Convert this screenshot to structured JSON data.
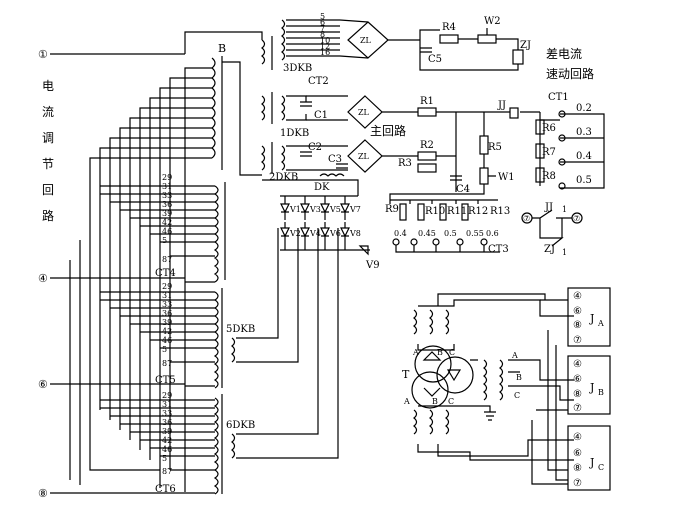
{
  "left_label": [
    "电",
    "流",
    "调",
    "节",
    "回",
    "路"
  ],
  "terminals": {
    "t1": "①",
    "t4": "④",
    "t6": "⑥",
    "t8": "⑧"
  },
  "labels": {
    "B": "B",
    "dkb3": "3DKB",
    "ct2": "CT2",
    "dkb1": "1DKB",
    "dkb2": "2DKB",
    "dk": "DK",
    "c1": "C1",
    "c2": "C2",
    "c3": "C3",
    "c4": "C4",
    "c5": "C5",
    "zl1": "ZL",
    "zl2": "ZL",
    "zl3": "ZL",
    "r1": "R1",
    "r2": "R2",
    "r3": "R3",
    "r4": "R4",
    "r5": "R5",
    "r6": "R6",
    "r7": "R7",
    "r8": "R8",
    "r9": "R9",
    "r10": "R10",
    "r11": "R11",
    "r12": "R12",
    "r13": "R13",
    "w1": "W1",
    "w2": "W2",
    "zj": "ZJ",
    "jj": "JJ",
    "ct1": "CT1",
    "ct3": "CT3",
    "ct4": "CT4",
    "ct5": "CT5",
    "ct6": "CT6",
    "dkb5": "5DKB",
    "dkb6": "6DKB",
    "v9": "V9",
    "T": "T",
    "jj1": "JJ",
    "zj1": "ZJ",
    "ja": "J",
    "jb": "J",
    "jc": "J",
    "ja_sub": "A",
    "jb_sub": "B",
    "jc_sub": "C"
  },
  "cjk": {
    "diff_current": "差电流",
    "speed_loop": "速动回路",
    "main_loop": "主回路"
  },
  "ct1_taps": [
    "0.2",
    "0.3",
    "0.4",
    "0.5"
  ],
  "ct3_taps": [
    "0.4",
    "0.45",
    "0.5",
    "0.55",
    "0.6"
  ],
  "ct_taps": [
    "29",
    "31",
    "33",
    "36",
    "39",
    "42",
    "46",
    "5",
    "87"
  ],
  "dkb3_taps": [
    "5",
    "6",
    "7",
    "8",
    "10",
    "12",
    "16"
  ],
  "diodes": [
    "V1",
    "V2",
    "V3",
    "V4",
    "V5",
    "V6",
    "V7",
    "V8"
  ],
  "term_nums_a": [
    "④",
    "⑥",
    "⑧",
    "⑦"
  ],
  "term_nums_b": [
    "④",
    "⑥",
    "⑧",
    "⑦"
  ],
  "term_nums_c": [
    "④",
    "⑥",
    "⑧",
    "⑦"
  ],
  "small_term": {
    "l": "⑦",
    "r": "⑦",
    "jj1_sub": "1"
  },
  "phase_letters": [
    "A",
    "B",
    "C"
  ]
}
